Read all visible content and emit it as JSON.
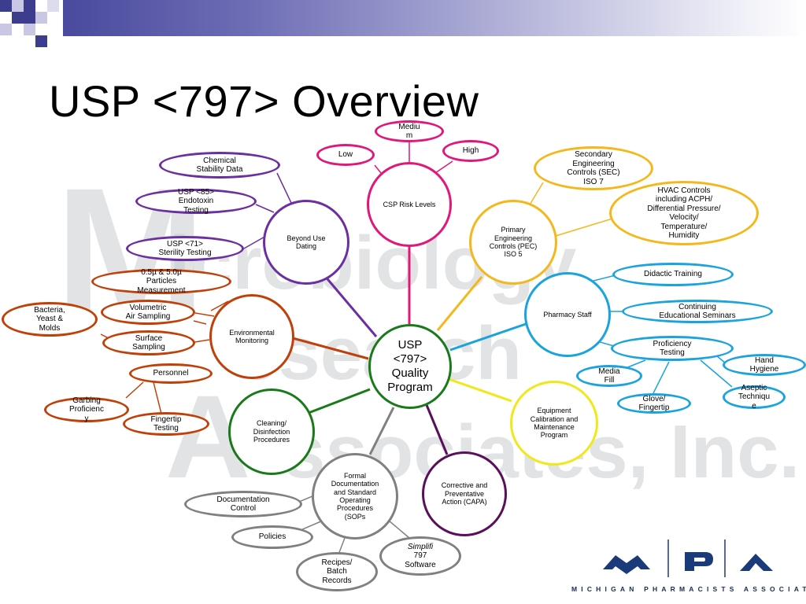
{
  "slide": {
    "title": "USP <797> Overview",
    "watermark": [
      "M",
      "icrobiology",
      "esearch",
      "A",
      "ssociates, Inc."
    ]
  },
  "colors": {
    "center": "#1a7a1a",
    "risk": "#e0187a",
    "beyond": "#6b2fa0",
    "engineering": "#f4b81c",
    "staff": "#1aa3dc",
    "equipment": "#f0e81a",
    "capa": "#5a0f5a",
    "docs": "#808080",
    "cleaning": "#1a7a1a",
    "environmental": "#c0400a"
  },
  "nodes": {
    "center": "USP\n<797>\nQuality\nProgram",
    "csp_risk": "CSP Risk Levels",
    "low": "Low",
    "medium": "Mediu\nm",
    "high": "High",
    "beyond_use": "Beyond Use\nDating",
    "chemical": "Chemical\nStability Data",
    "usp85": "USP <85>\nEndotoxin\nTesting",
    "usp71": "USP <71>\nSterility Testing",
    "primary_eng": "Primary\nEngineering\nControls (PEC)\nISO 5",
    "secondary_eng": "Secondary\nEngineering\nControls (SEC)\nISO 7",
    "hvac": "HVAC Controls\nincluding ACPH/\nDifferential Pressure/\nVelocity/\nTemperature/\nHumidity",
    "pharmacy_staff": "Pharmacy Staff",
    "didactic": "Didactic Training",
    "continuing": "Continuing\nEducational Seminars",
    "proficiency": "Proficiency\nTesting",
    "hand_hygiene": "Hand\nHygiene",
    "media_fill": "Media\nFill",
    "glove": "Glove/\nFingertip",
    "aseptic": "Aseptic\nTechniqu\ne",
    "equipment": "Equipment\nCalibration and\nMaintenance\nProgram",
    "capa": "Corrective and\nPreventative\nAction (CAPA)",
    "formal_docs": "Formal\nDocumentation\nand Standard\nOperating\nProcedures\n(SOPs",
    "doc_control": "Documentation\nControl",
    "policies": "Policies",
    "recipes": "Recipes/\nBatch\nRecords",
    "simplifi_a": "Simplifi",
    "simplifi_b": "797\nSoftware",
    "cleaning": "Cleaning/\nDisinfection\nProcedures",
    "environmental": "Environmental\nMonitoring",
    "particles": "0.5µ & 5.0µ\nParticles\nMeasurement",
    "volumetric": "Volumetric\nAir Sampling",
    "bacteria": "Bacteria,\nYeast &\nMolds",
    "surface": "Surface\nSampling",
    "personnel": "Personnel",
    "garbing": "Garbing\nProficienc\ny",
    "fingertip": "Fingertip\nTesting"
  },
  "logo": {
    "letters": [
      "M",
      "P",
      "A"
    ],
    "tagline": "MICHIGAN PHARMACISTS ASSOCIATION"
  }
}
